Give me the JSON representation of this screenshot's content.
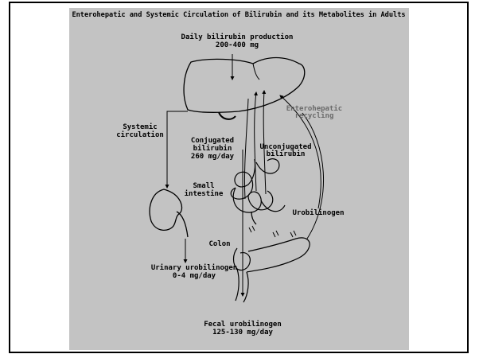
{
  "title": "Enterohepatic and Systemic Circulation of Bilirubin and its Metabolites in Adults",
  "labels": {
    "production_line1": "Daily bilirubin production",
    "production_line2": "200-400 mg",
    "enterohepatic_line1": "Enterohepatic",
    "enterohepatic_line2": "recycling",
    "systemic_line1": "Systemic",
    "systemic_line2": "circulation",
    "conjugated_line1": "Conjugated",
    "conjugated_line2": "bilirubin",
    "conjugated_line3": "260 mg/day",
    "unconjugated_line1": "Unconjugated",
    "unconjugated_line2": "bilirubin",
    "small_intestine_line1": "Small",
    "small_intestine_line2": "intestine",
    "urobilinogen": "Urobilinogen",
    "colon": "Colon",
    "urinary_line1": "Urinary urobilinogen",
    "urinary_line2": "0-4 mg/day",
    "fecal_line1": "Fecal urobilinogen",
    "fecal_line2": "125-130 mg/day"
  },
  "colors": {
    "background": "#ffffff",
    "panel": "#c3c3c3",
    "ink": "#000000",
    "recycling_text": "#6a6a6a"
  }
}
